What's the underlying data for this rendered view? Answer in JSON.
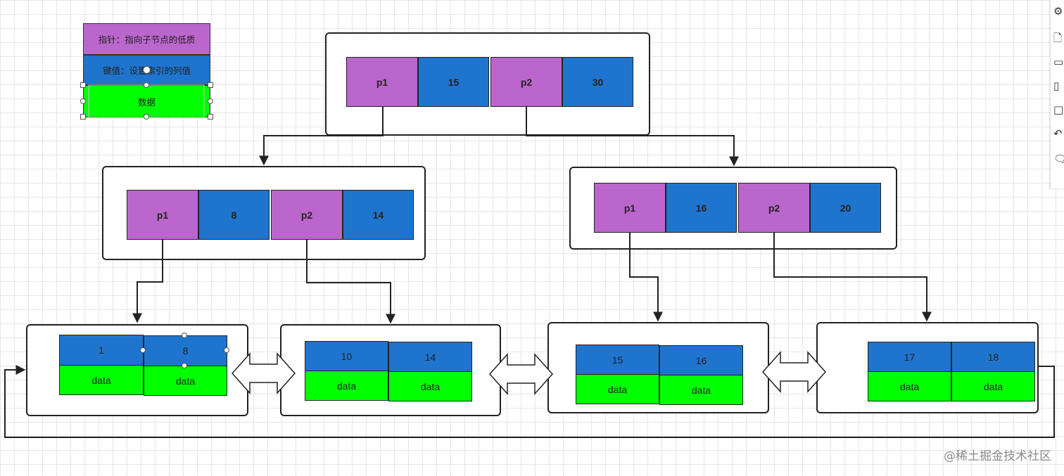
{
  "colors": {
    "pointer": "#bb66cc",
    "key": "#1f74cd",
    "data": "#00ff00",
    "line": "#222222",
    "node_border": "#222222"
  },
  "legend": {
    "pointer": "指针：指向子节点的低质",
    "key": "键值：设置索引的列值",
    "data": "数据"
  },
  "root": {
    "cells": [
      "p1",
      "15",
      "p2",
      "30"
    ]
  },
  "internal": [
    {
      "cells": [
        "p1",
        "8",
        "p2",
        "14"
      ]
    },
    {
      "cells": [
        "p1",
        "16",
        "p2",
        "20"
      ]
    }
  ],
  "leaves": [
    {
      "keys": [
        "1",
        "8"
      ],
      "data": [
        "data",
        "data"
      ]
    },
    {
      "keys": [
        "10",
        "14"
      ],
      "data": [
        "data",
        "data"
      ]
    },
    {
      "keys": [
        "15",
        "16"
      ],
      "data": [
        "data",
        "data"
      ]
    },
    {
      "keys": [
        "17",
        "18"
      ],
      "data": [
        "data",
        "data"
      ]
    }
  ],
  "toolbar": {
    "icons": [
      "settings-icon",
      "document-icon",
      "calendar-icon",
      "page-icon",
      "square-icon",
      "undo-icon",
      "comment-icon"
    ]
  },
  "watermark": "@稀土掘金技术社区"
}
